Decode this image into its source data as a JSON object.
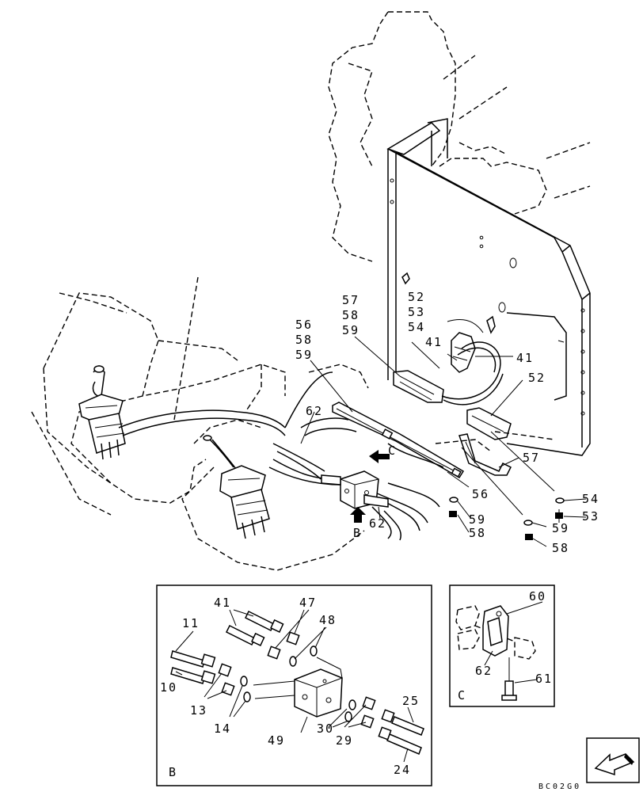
{
  "callouts": {
    "c57a": "57",
    "c58a": "58",
    "c59a": "59",
    "c52a": "52",
    "c53a": "53",
    "c54a": "54",
    "c56a": "56",
    "c58b": "58",
    "c59b": "59",
    "c41a": "41",
    "c41b": "41",
    "c52b": "52",
    "c62a": "62",
    "c57b": "57",
    "c56b": "56",
    "c54b": "54",
    "c53b": "53",
    "c59c": "59",
    "c59d": "59",
    "c58c": "58",
    "c58d": "58",
    "c62b": "62",
    "arrowB": "B",
    "arrowC": "C"
  },
  "detail_b": {
    "label": "B",
    "callouts": {
      "c41": "41",
      "c47": "47",
      "c48": "48",
      "c11": "11",
      "c10": "10",
      "c13": "13",
      "c14": "14",
      "c49": "49",
      "c30": "30",
      "c29": "29",
      "c25": "25",
      "c24": "24"
    }
  },
  "detail_c": {
    "label": "C",
    "callouts": {
      "c60": "60",
      "c62": "62",
      "c61": "61"
    }
  },
  "figure_code": "BC02G0",
  "icons": {
    "nav": "page-turn-arrow-icon"
  }
}
